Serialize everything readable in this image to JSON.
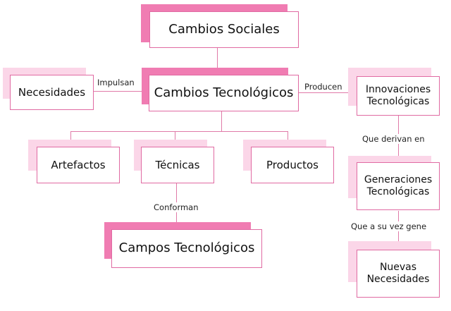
{
  "colors": {
    "shadow_dark": "#f07cb2",
    "shadow_light": "#fbd6e8",
    "border": "#e06aa2",
    "connector": "#e07aa8"
  },
  "nodes": {
    "cambios_sociales": "Cambios Sociales",
    "necesidades": "Necesidades",
    "cambios_tecnologicos": "Cambios Tecnológicos",
    "innovaciones_1": "Innovaciones",
    "innovaciones_2": "Tecnológicas",
    "artefactos": "Artefactos",
    "tecnicas": "Técnicas",
    "productos": "Productos",
    "generaciones_1": "Generaciones",
    "generaciones_2": "Tecnológicas",
    "campos": "Campos Tecnológicos",
    "nuevas_1": "Nuevas",
    "nuevas_2": "Necesidades"
  },
  "labels": {
    "impulsan": "Impulsan",
    "producen": "Producen",
    "que_derivan": "Que derivan en",
    "conforman": "Conforman",
    "que_a_su_vez": "Que a su vez gene"
  }
}
